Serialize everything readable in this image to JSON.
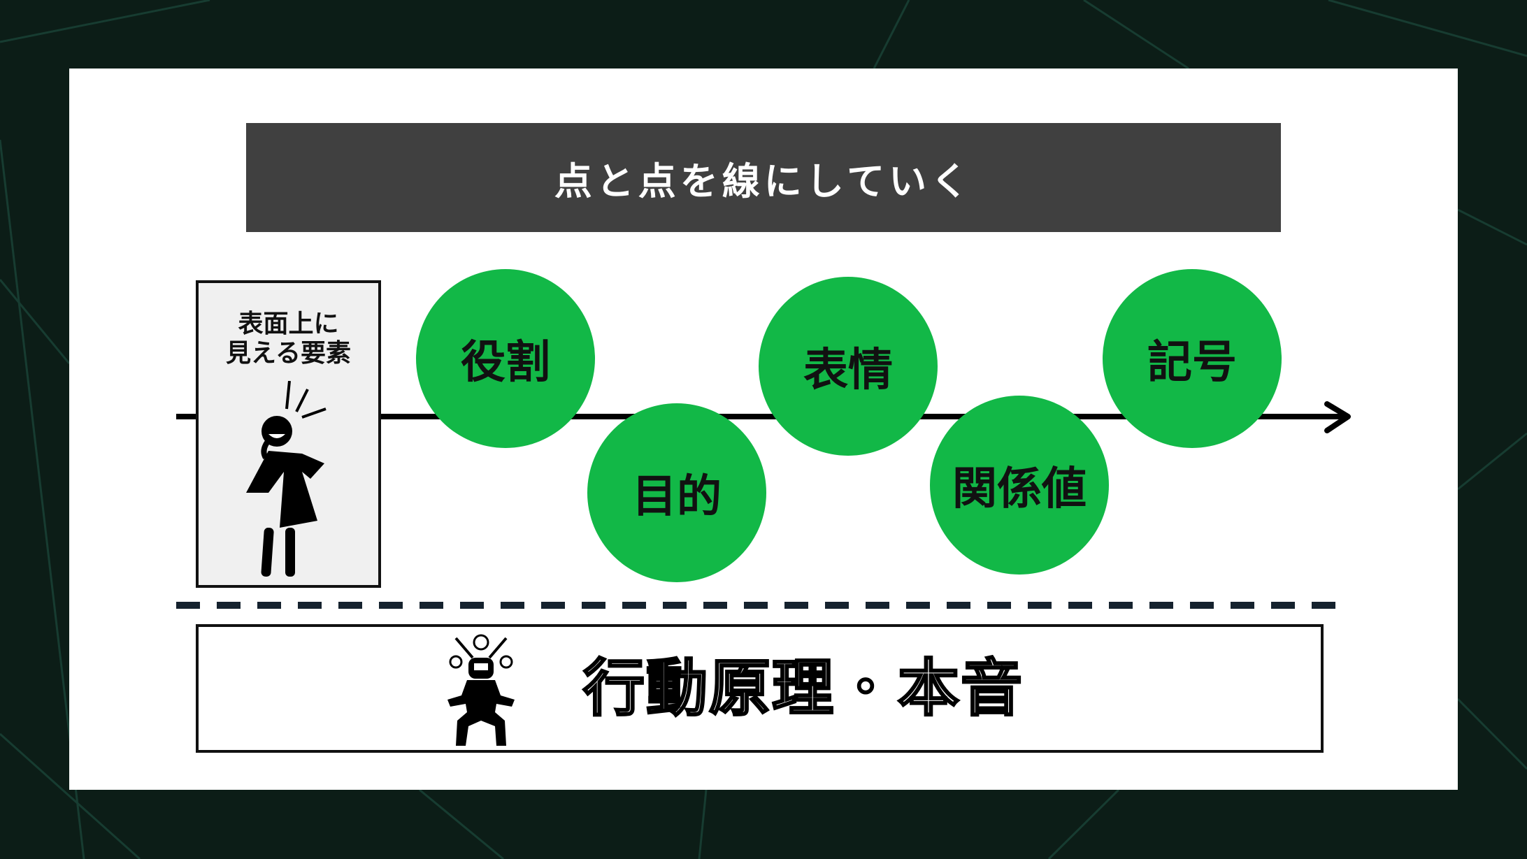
{
  "title": "点と点を線にしていく",
  "surface_box": {
    "label_line1": "表面上に",
    "label_line2": "見える要素"
  },
  "circles": [
    {
      "label": "役割"
    },
    {
      "label": "目的"
    },
    {
      "label": "表情"
    },
    {
      "label": "関係値"
    },
    {
      "label": "記号"
    }
  ],
  "bottom": {
    "label": "行動原理・本音"
  },
  "colors": {
    "accent": "#12b847",
    "title_bg": "#404040",
    "background": "#0c1d17"
  }
}
